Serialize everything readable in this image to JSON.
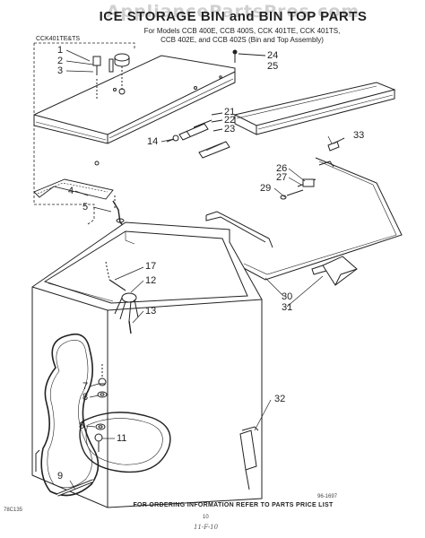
{
  "watermark": "AppliancePartsPros.com",
  "title": "ICE STORAGE BIN and BIN TOP PARTS",
  "subtitle_line1": "For Models CCB 400E, CCB 400S, CCK 401TE, CCK 401TS,",
  "subtitle_line2": "CCB 402E, and CCB 402S (Bin and Top Assembly)",
  "box_label": "CCK401TE&TS",
  "callouts": {
    "c1": "1",
    "c2": "2",
    "c3": "3",
    "c4": "4",
    "c5": "5",
    "c7": "7",
    "c8a": "8",
    "c8b": "8",
    "c9": "9",
    "c11": "11",
    "c12": "12",
    "c13": "13",
    "c14": "14",
    "c17": "17",
    "c21": "21",
    "c22": "22",
    "c23": "23",
    "c24": "24",
    "c25": "25",
    "c26": "26",
    "c27": "27",
    "c29": "29",
    "c30": "30",
    "c31": "31",
    "c32": "32",
    "c33": "33"
  },
  "drawing_number": "96-1697",
  "footer": "FOR ORDERING INFORMATION REFER TO PARTS PRICE LIST",
  "page_number": "10",
  "corner_code": "78C135",
  "hand_note": "11-F-10"
}
